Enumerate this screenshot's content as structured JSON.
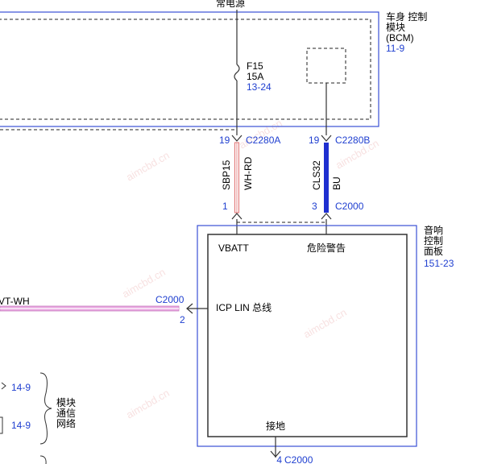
{
  "header": {
    "power_label": "常电源"
  },
  "bcm": {
    "name_lines": [
      "车身 控制",
      "模块",
      "(BCM)"
    ],
    "ref": "11-9"
  },
  "fuse": {
    "name": "F15",
    "rating": "15A",
    "ref": "13-24"
  },
  "connectors": {
    "c2280a": {
      "pin": "19",
      "name": "C2280A"
    },
    "c2280b": {
      "pin": "19",
      "name": "C2280B"
    },
    "c2000_pin1": {
      "pin": "1"
    },
    "c2000_pin3": {
      "pin": "3",
      "name": "C2000"
    },
    "c2000_pin2": {
      "pin": "2",
      "name": "C2000"
    },
    "c2000_pin4": {
      "pin": "4",
      "name": "C2000"
    }
  },
  "wires": {
    "sbp15": {
      "circuit": "SBP15",
      "color": "WH-RD"
    },
    "cls32": {
      "circuit": "CLS32",
      "color": "BU"
    },
    "lin": {
      "color": "VT-WH"
    }
  },
  "audio_panel": {
    "name_lines": [
      "音响",
      "控制",
      "面板"
    ],
    "ref": "151-23",
    "pins": {
      "vbatt": "VBATT",
      "hazard": "危险警告",
      "lin": "ICP LIN 总线",
      "ground": "接地"
    }
  },
  "network": {
    "refs": [
      "14-9",
      "14-9"
    ],
    "label_lines": [
      "模块",
      "通信",
      "网络"
    ]
  },
  "colors": {
    "module_outline": "#3a4fd6",
    "wire_pink": "#e8a6e0",
    "wire_blue": "#1f2fd0",
    "ref_text": "#1f3fd0"
  },
  "watermark": "aimcbd.cn"
}
